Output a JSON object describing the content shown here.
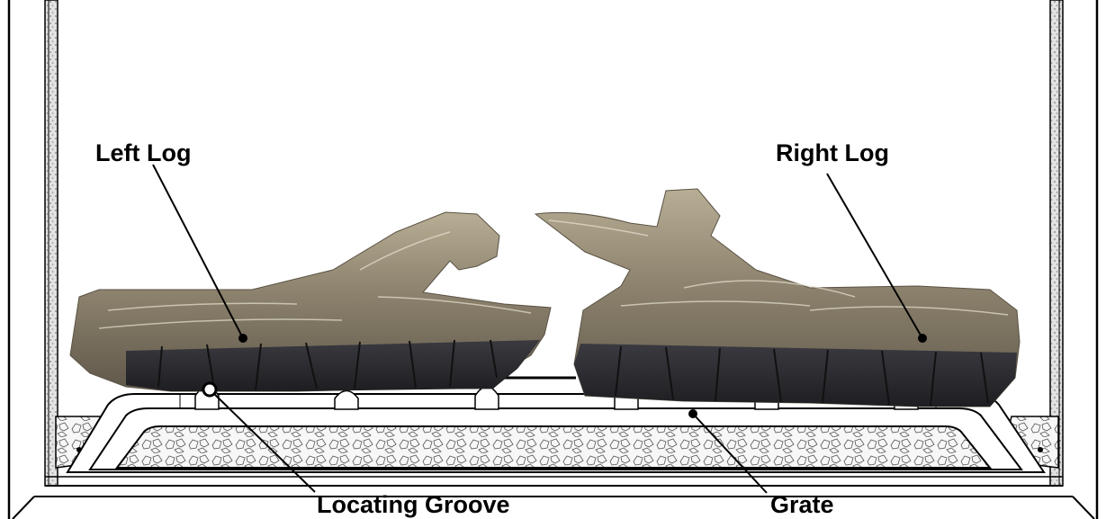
{
  "labels": {
    "left_log": "Left Log",
    "right_log": "Right Log",
    "locating_groove": "Locating Groove",
    "grate": "Grate"
  },
  "colors": {
    "log_bark": "#7a705e",
    "log_bark_light": "#b9ae93",
    "log_char": "#2b2b30",
    "ember_bed": "#f3f3f3",
    "grate_fill": "#ffffff",
    "line": "#000000"
  }
}
